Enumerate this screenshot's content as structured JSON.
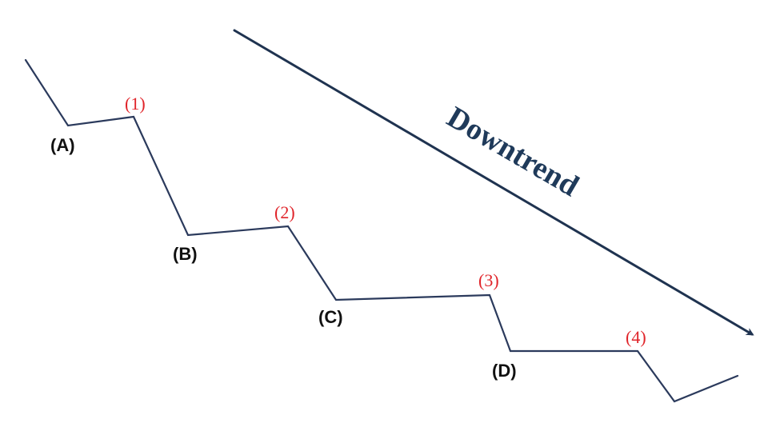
{
  "colors": {
    "line": "#2b3a5c",
    "arrow": "#1f3350",
    "trend_text": "#1f3a5a",
    "high_label": "#e0242a",
    "low_label": "#111111"
  },
  "trend": {
    "label": "Downtrend"
  },
  "lows": [
    {
      "label": "(A)"
    },
    {
      "label": "(B)"
    },
    {
      "label": "(C)"
    },
    {
      "label": "(D)"
    }
  ],
  "highs": [
    {
      "label": "(1)"
    },
    {
      "label": "(2)"
    },
    {
      "label": "(3)"
    },
    {
      "label": "(4)"
    }
  ]
}
